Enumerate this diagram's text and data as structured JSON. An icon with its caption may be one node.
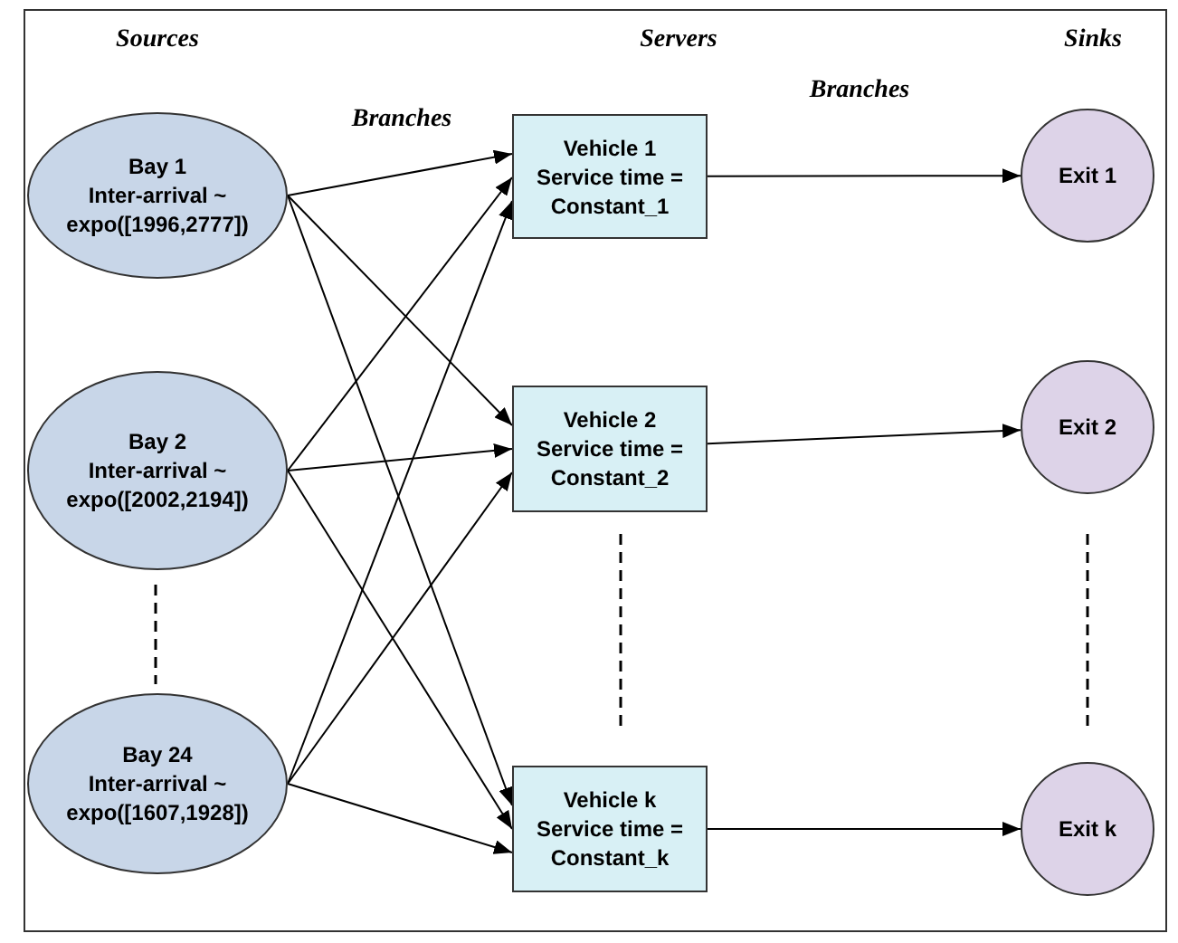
{
  "diagram": {
    "nodes": [
      {
        "text": [
          "Bay 1",
          "Inter-arrival ~ expo([1996,2777])"
        ]
      },
      {
        "text": [
          "Bay 2",
          "Inter-arrival ~ expo([2002,2194])"
        ]
      },
      {
        "text": [
          "Bay 24",
          "Inter-arrival ~ expo([1607,1928])"
        ]
      },
      {
        "text": [
          "Vehicle 1",
          "Service time = Constant_1"
        ]
      },
      {
        "text": [
          "Vehicle 2",
          "Service time = Constant_2"
        ]
      },
      {
        "text": [
          "Vehicle k",
          "Service time = Constant_k"
        ]
      },
      {
        "text": [
          "Exit 1"
        ]
      },
      {
        "text": [
          "Exit 2"
        ]
      },
      {
        "text": [
          "Exit k"
        ]
      }
    ],
    "edges": [
      {
        "from": 0,
        "to": 3,
        "arrow": "to"
      },
      {
        "from": 0,
        "to": 4,
        "arrow": "to"
      },
      {
        "from": 0,
        "to": 5,
        "arrow": "to"
      },
      {
        "from": 1,
        "to": 3,
        "arrow": "to"
      },
      {
        "from": 1,
        "to": 4,
        "arrow": "to"
      },
      {
        "from": 1,
        "to": 5,
        "arrow": "to"
      },
      {
        "from": 2,
        "to": 3,
        "arrow": "to"
      },
      {
        "from": 2,
        "to": 4,
        "arrow": "to"
      },
      {
        "from": 2,
        "to": 5,
        "arrow": "to"
      },
      {
        "from": 3,
        "to": 6,
        "arrow": "to"
      },
      {
        "from": 4,
        "to": 7,
        "arrow": "to"
      },
      {
        "from": 5,
        "to": 8,
        "arrow": "to"
      }
    ],
    "labels": [
      "Sources",
      "Servers",
      "Sinks",
      "Branches",
      "Branches"
    ]
  }
}
